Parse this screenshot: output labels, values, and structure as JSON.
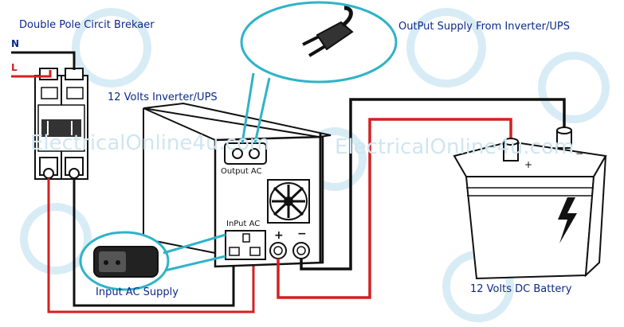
{
  "watermark": "ElectricalOnline4u.com",
  "labels": {
    "breaker_title": "Double Pole Circit Brekaer",
    "neutral": "N",
    "live": "L",
    "inverter_title": "12 Volts Inverter/UPS",
    "output_supply": "OutPut Supply From Inverter/UPS",
    "output_ac": "Output AC",
    "input_ac": "InPut AC",
    "input_ac_supply": "Input AC Supply",
    "battery_title": "12 Volts DC Battery",
    "plus": "+",
    "minus": "−",
    "bat_plus": "+",
    "bat_minus": "−"
  },
  "colors": {
    "label_text": "#0d2a8a",
    "live_wire": "#d42020",
    "neutral_wire": "#111111",
    "callout": "#2fb3c8",
    "watermark": "#cfe6f2"
  }
}
